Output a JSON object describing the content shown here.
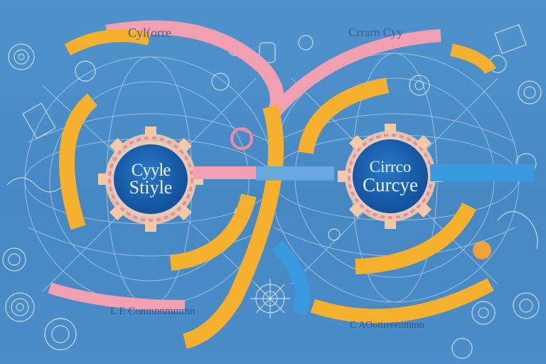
{
  "left_hub": {
    "line1": "Cyyle",
    "line2": "Stiyle"
  },
  "right_hub": {
    "line1": "Cirrco",
    "line2": "Curcye"
  },
  "top_left_banner": "Cyl(orre",
  "top_right_banner": "Crrarn Cyy",
  "bottom_left_banner": "L E Conmnnmmmn",
  "bottom_right_banner": "C AOottrreenmmn",
  "colors": {
    "background": "#4a8ec9",
    "ring_orange": "#f5b12e",
    "ring_pink": "#f2a0b0",
    "ribbon_blue": "#3a9ae0",
    "hub_blue": "#1456a2",
    "line_white": "#dfeaf6"
  }
}
